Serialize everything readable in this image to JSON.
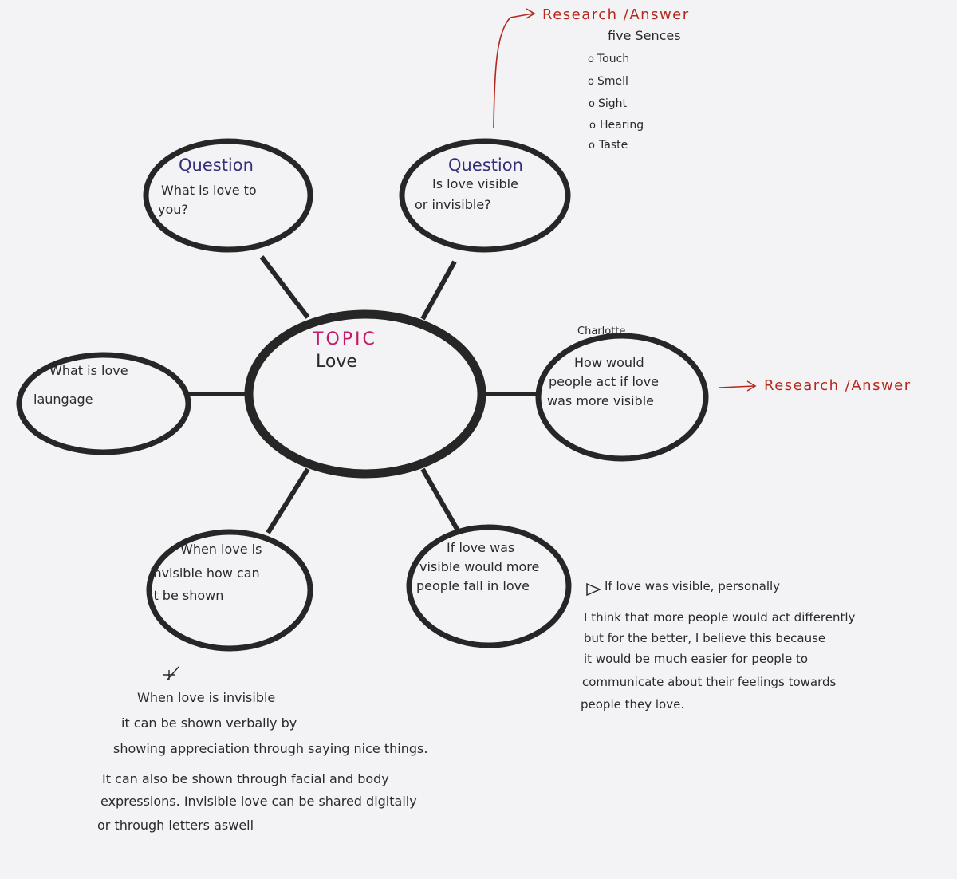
{
  "center": {
    "label": "TOPIC",
    "topic": "Love"
  },
  "nodes": {
    "q1": {
      "heading": "Question",
      "lines": [
        "What is love to",
        "you?"
      ]
    },
    "q2": {
      "heading": "Question",
      "lines": [
        "Is love visible",
        "or invisible?"
      ]
    },
    "love_language": {
      "lines": [
        "What is love",
        "laungage"
      ]
    },
    "act_visible": {
      "author": "Charlotte",
      "lines": [
        "How would",
        "people act if love",
        "was more visible"
      ]
    },
    "invisible_shown": {
      "lines": [
        "When love is",
        "invisible how can",
        "it be shown"
      ]
    },
    "fall_in_love": {
      "lines": [
        "If love was",
        "visible would more",
        "people fall in love"
      ]
    }
  },
  "research_top": {
    "label": "Research /Answer",
    "subtitle": "five Sences",
    "items": [
      "Touch",
      "Smell",
      "Sight",
      "Hearing",
      "Taste"
    ],
    "bullet": "o"
  },
  "research_right": {
    "label": "Research /Answer"
  },
  "answer_right": {
    "lines": [
      "If love was visible, personally",
      "I think that more people would act differently",
      "but for the better, I believe this because",
      "it would be much easier for people to",
      "communicate about their feelings towards",
      "people they love."
    ]
  },
  "answer_bottom": {
    "lines": [
      "When love is invisible",
      "it can be shown verbally by",
      "showing appreciation through saying nice things.",
      "It can also be shown through facial and body",
      "expressions. Invisible love can be shared digitally",
      "or through letters aswell"
    ]
  },
  "colors": {
    "ink": "#262626",
    "question": "#33307a",
    "topic": "#c4196a",
    "research": "#b5281e",
    "paper": "#f3f2f4"
  }
}
